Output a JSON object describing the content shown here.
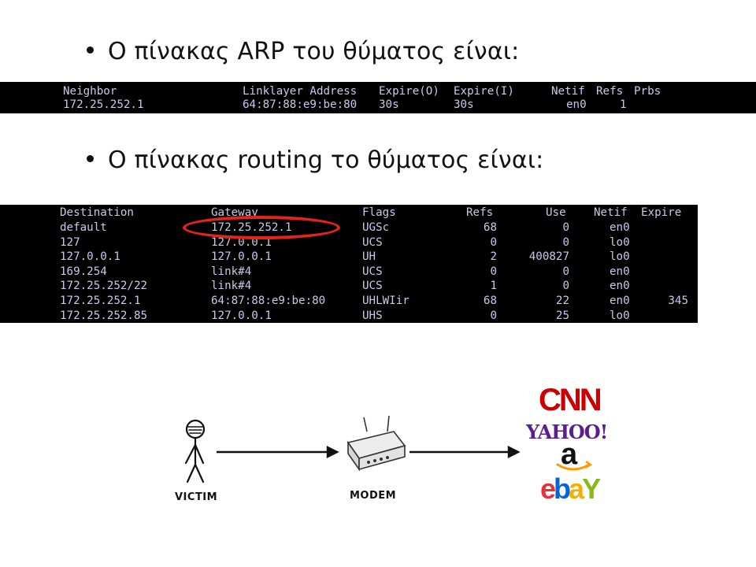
{
  "bullets": {
    "arp": "Ο πίνακας ARP του θύματος είναι:",
    "routing": "Ο πίνακας routing το θύματος είναι:"
  },
  "arp_table": {
    "headers": [
      "Neighbor",
      "Linklayer Address",
      "Expire(O)",
      "Expire(I)",
      "Netif",
      "Refs",
      "Prbs"
    ],
    "rows": [
      [
        "172.25.252.1",
        "64:87:88:e9:be:80",
        "30s",
        "30s",
        "en0",
        "1",
        ""
      ]
    ]
  },
  "routing_table": {
    "headers": [
      "Destination",
      "Gateway",
      "Flags",
      "Refs",
      "Use",
      "Netif",
      "Expire"
    ],
    "rows": [
      [
        "default",
        "172.25.252.1",
        "UGSc",
        "68",
        "0",
        "en0",
        ""
      ],
      [
        "127",
        "127.0.0.1",
        "UCS",
        "0",
        "0",
        "lo0",
        ""
      ],
      [
        "127.0.0.1",
        "127.0.0.1",
        "UH",
        "2",
        "400827",
        "lo0",
        ""
      ],
      [
        "169.254",
        "link#4",
        "UCS",
        "0",
        "0",
        "en0",
        ""
      ],
      [
        "172.25.252/22",
        "link#4",
        "UCS",
        "1",
        "0",
        "en0",
        ""
      ],
      [
        "172.25.252.1",
        "64:87:88:e9:be:80",
        "UHLWIir",
        "68",
        "22",
        "en0",
        "345"
      ],
      [
        "172.25.252.85",
        "127.0.0.1",
        "UHS",
        "0",
        "25",
        "lo0",
        ""
      ]
    ]
  },
  "diagram": {
    "victim_label": "VICTIM",
    "modem_label": "MODEM",
    "logos": {
      "cnn": "CNN",
      "yahoo": "YAHOO!",
      "amazon": "a",
      "ebay_e": "e",
      "ebay_b": "b",
      "ebay_a": "a",
      "ebay_y": "Y"
    }
  },
  "colors": {
    "terminal_bg": "#000000",
    "terminal_text": "#c9c9ea",
    "highlight_ellipse": "#e3241b",
    "cnn_red": "#cc0000",
    "yahoo_purple": "#5b1f8c",
    "ebay_red": "#e53238",
    "ebay_blue": "#0064d2",
    "ebay_yellow": "#f5af02",
    "ebay_green": "#86b817",
    "amazon_orange": "#ff9900"
  }
}
